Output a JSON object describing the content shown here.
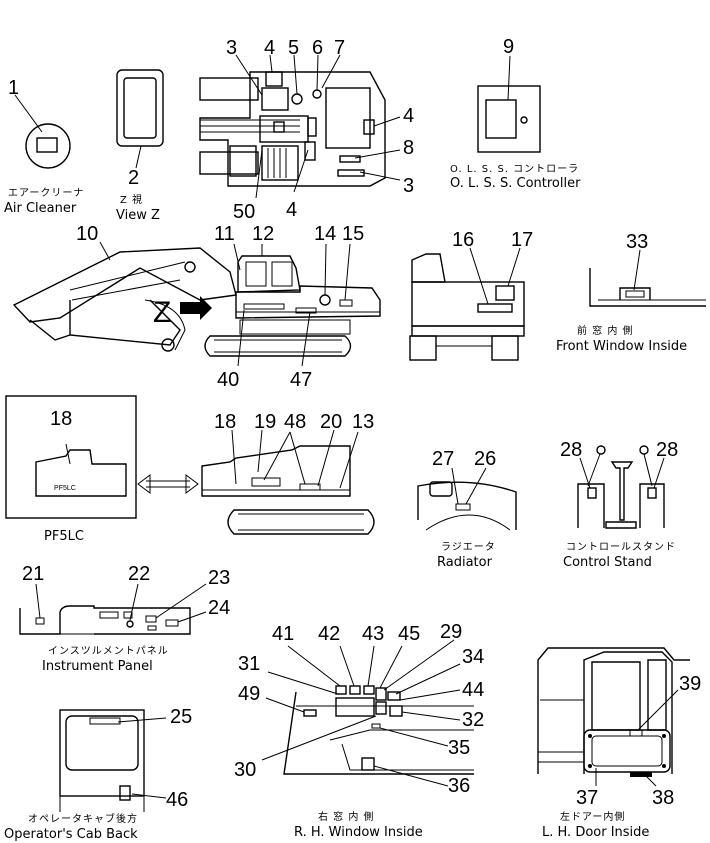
{
  "callouts": [
    "1",
    "2",
    "3",
    "4",
    "5",
    "6",
    "7",
    "3",
    "4",
    "4",
    "8",
    "50",
    "9",
    "10",
    "11",
    "12",
    "14",
    "15",
    "40",
    "47",
    "16",
    "17",
    "33",
    "18",
    "18",
    "19",
    "48",
    "20",
    "13",
    "27",
    "26",
    "28",
    "28",
    "21",
    "22",
    "23",
    "24",
    "25",
    "46",
    "41",
    "42",
    "43",
    "45",
    "29",
    "31",
    "34",
    "44",
    "49",
    "32",
    "35",
    "30",
    "36",
    "39",
    "37",
    "38"
  ],
  "sections": {
    "air_cleaner": {
      "jp": "エアークリーナ",
      "en": "Air  Cleaner"
    },
    "view_z": {
      "jp": "Z   視",
      "en": "View  Z"
    },
    "olss": {
      "jp": "O. L. S. S. コントローラ",
      "en": "O. L. S. S.  Controller"
    },
    "front_window": {
      "jp": "前  窓  内  側",
      "en": "Front  Window  Inside"
    },
    "pf5lc": {
      "en": "PF5LC"
    },
    "radiator": {
      "jp": "ラジエータ",
      "en": "Radiator"
    },
    "control_stand": {
      "jp": "コントロールスタンド",
      "en": "Control  Stand"
    },
    "instrument_panel": {
      "jp": "インスツルメントパネル",
      "en": "Instrument  Panel"
    },
    "cab_back": {
      "jp": "オペレータキャブ後方",
      "en": "Operator's  Cab  Back"
    },
    "rh_window": {
      "jp": "右  窓  内  側",
      "en": "R. H.  Window  Inside"
    },
    "lh_door": {
      "jp": "左ドアー内側",
      "en": "L. H.  Door  Inside"
    }
  },
  "marks": {
    "z_arrow": "Z",
    "pf5lc_plate": "PF5LC"
  }
}
